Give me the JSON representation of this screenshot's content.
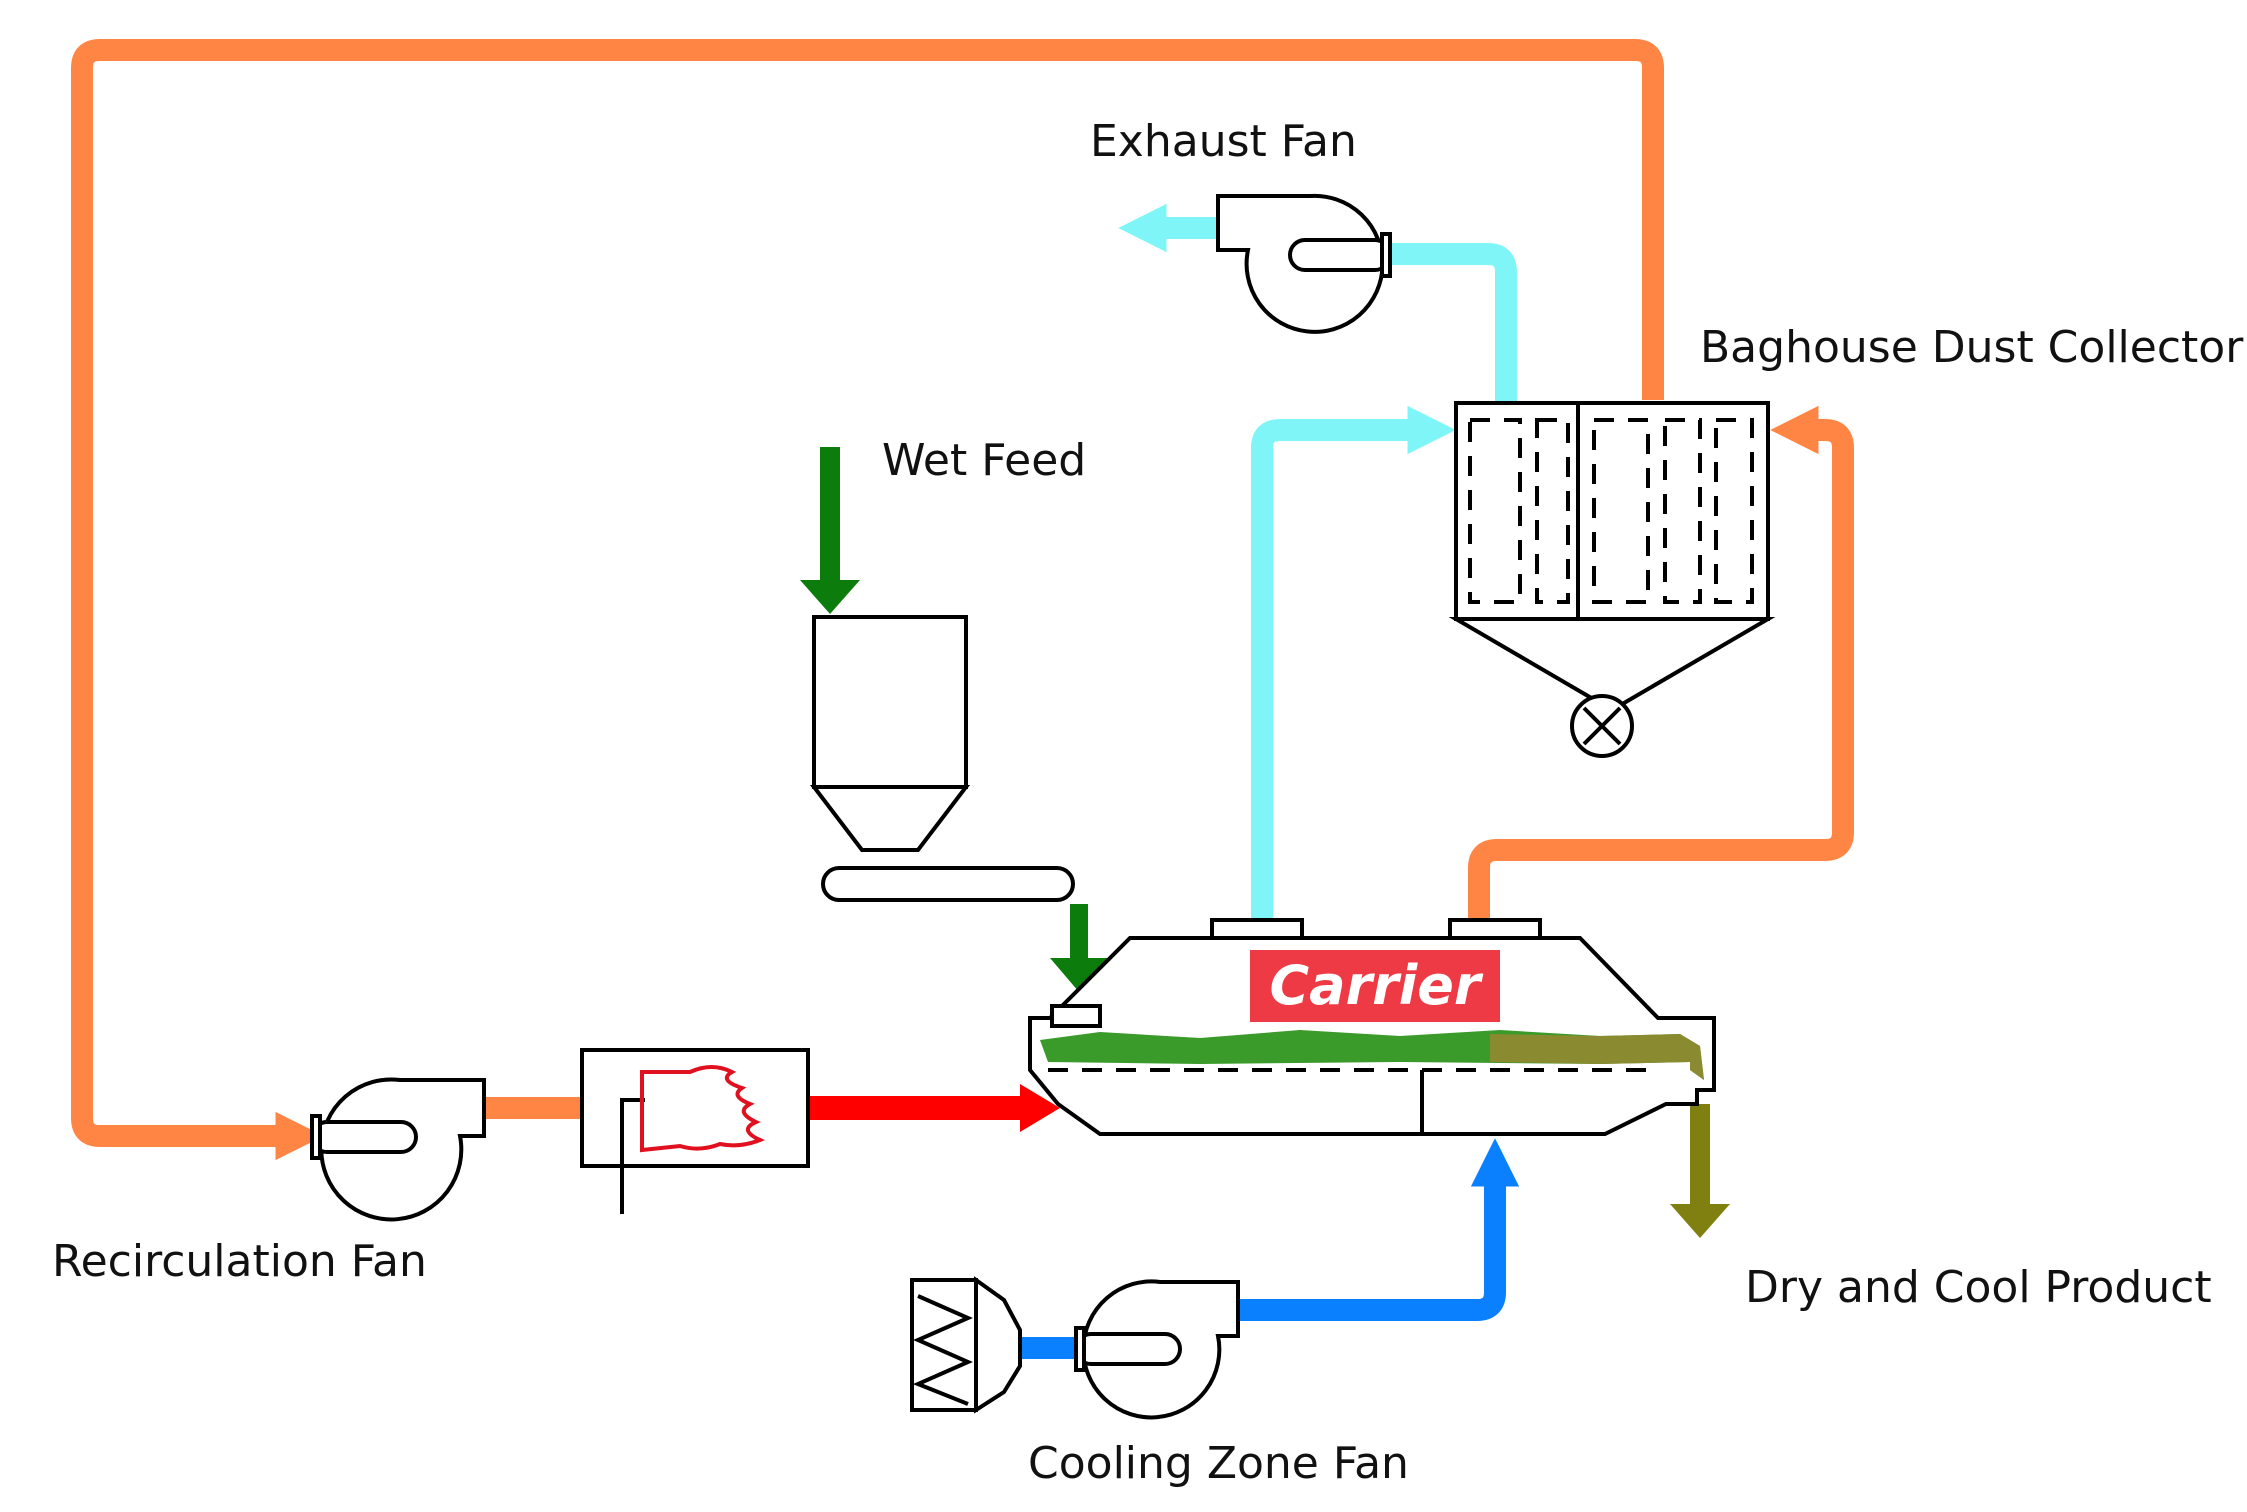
{
  "labels": {
    "exhaust_fan": "Exhaust Fan",
    "baghouse": "Baghouse Dust Collector",
    "wet_feed": "Wet Feed",
    "recirculation_fan": "Recirculation Fan",
    "dry_cool_product": "Dry and Cool Product",
    "cooling_zone_fan": "Cooling Zone Fan"
  },
  "logo": {
    "text": "Carrier"
  },
  "colors": {
    "recirculation_air": "#ff8545",
    "exhaust_air": "#80f5f8",
    "wet_feed": "#0c7d0c",
    "hot_air": "#ff0000",
    "cooling_air": "#0a80ff",
    "product": "#808010",
    "flame": "#e0101e",
    "logo_bg": "#ee3a44"
  }
}
